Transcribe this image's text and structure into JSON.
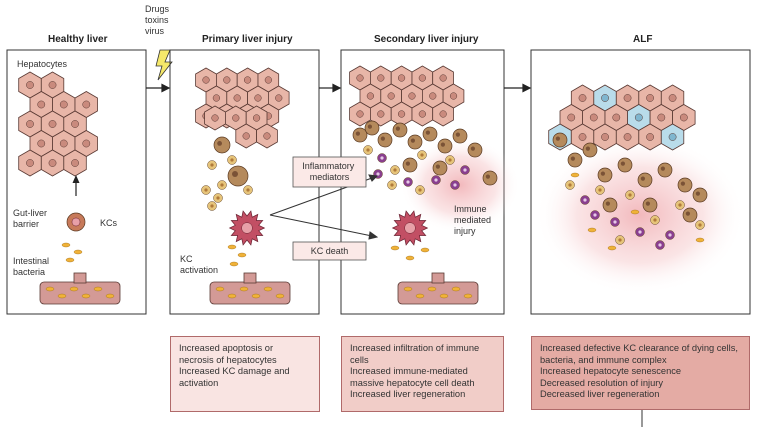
{
  "trigger_lines": [
    "Drugs",
    "toxins",
    "virus"
  ],
  "panels": [
    {
      "title": "Healthy liver"
    },
    {
      "title": "Primary liver injury"
    },
    {
      "title": "Secondary liver injury"
    },
    {
      "title": "ALF"
    }
  ],
  "labels": {
    "hepatocytes": "Hepatocytes",
    "gut_liver_barrier": [
      "Gut-liver",
      "barrier"
    ],
    "kcs": "KCs",
    "intestinal_bacteria": [
      "Intestinal",
      "bacteria"
    ],
    "kc_activation": [
      "KC",
      "activation"
    ],
    "inflammatory_mediators": [
      "Inflammatory",
      "mediators"
    ],
    "kc_death": "KC death",
    "immune_mediated_injury": [
      "Immune",
      "mediated",
      "injury"
    ]
  },
  "info_boxes": [
    {
      "lines": [
        "Increased apoptosis or",
        "necrosis of hepatocytes",
        "Increased KC damage and",
        "activation"
      ],
      "fill": "#f9e4e2"
    },
    {
      "lines": [
        "Increased infiltration of immune",
        "cells",
        "Increased immune-mediated",
        "massive hepatocyte cell death",
        "Increased liver regeneration"
      ],
      "fill": "#f1cdc8"
    },
    {
      "lines": [
        "Increased defective KC clearance of dying cells,",
        "bacteria, and immune complex",
        "Increased hepatocyte senescence",
        "Decreased resolution of injury",
        "Decreased liver regeneration"
      ],
      "fill": "#e4aba4"
    }
  ],
  "colors": {
    "hepatocyte": "#e8b6a8",
    "hepatocyte_nucleus": "#c98a7d",
    "senescent_hepatocyte": "#b9dcea",
    "kupffer_cell": "#c24f64",
    "bacteria": "#f0b238",
    "immune_cell": "#e6c47a",
    "purple_cell": "#8a3f8f"
  }
}
